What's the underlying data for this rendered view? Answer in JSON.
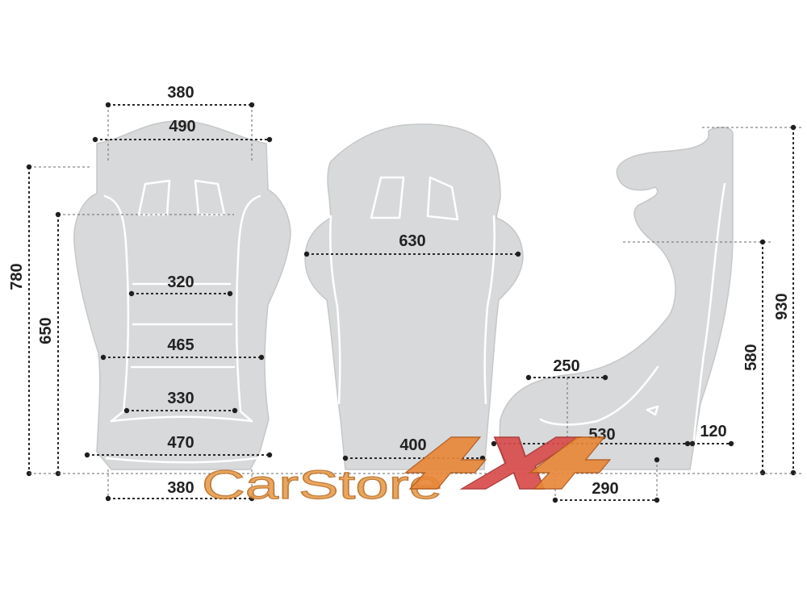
{
  "title": "",
  "dimensions": {
    "front_shoulder_top": "380",
    "front_head_width": "490",
    "front_total_height": "780",
    "front_back_height": "650",
    "front_width_1": "320",
    "front_width_2": "465",
    "front_width_3": "330",
    "front_width_4": "470",
    "front_base_width": "380",
    "back_width": "630",
    "back_base_width": "400",
    "side_seat_depth_1": "250",
    "side_seat_depth_2": "530",
    "side_rear_offset": "120",
    "side_base_depth": "290",
    "side_back_height": "580",
    "side_total_height": "930"
  },
  "watermark": {
    "brand": "CarStore",
    "logo_lettering": "4x4",
    "brand_color": "#e69a48",
    "logo_color_1": "#e8873a",
    "logo_color_2": "#d94c4c"
  },
  "colors": {
    "seat_fill": "#d8d9da",
    "seam": "#ffffff",
    "dimension_line": "#2a2a2a"
  }
}
